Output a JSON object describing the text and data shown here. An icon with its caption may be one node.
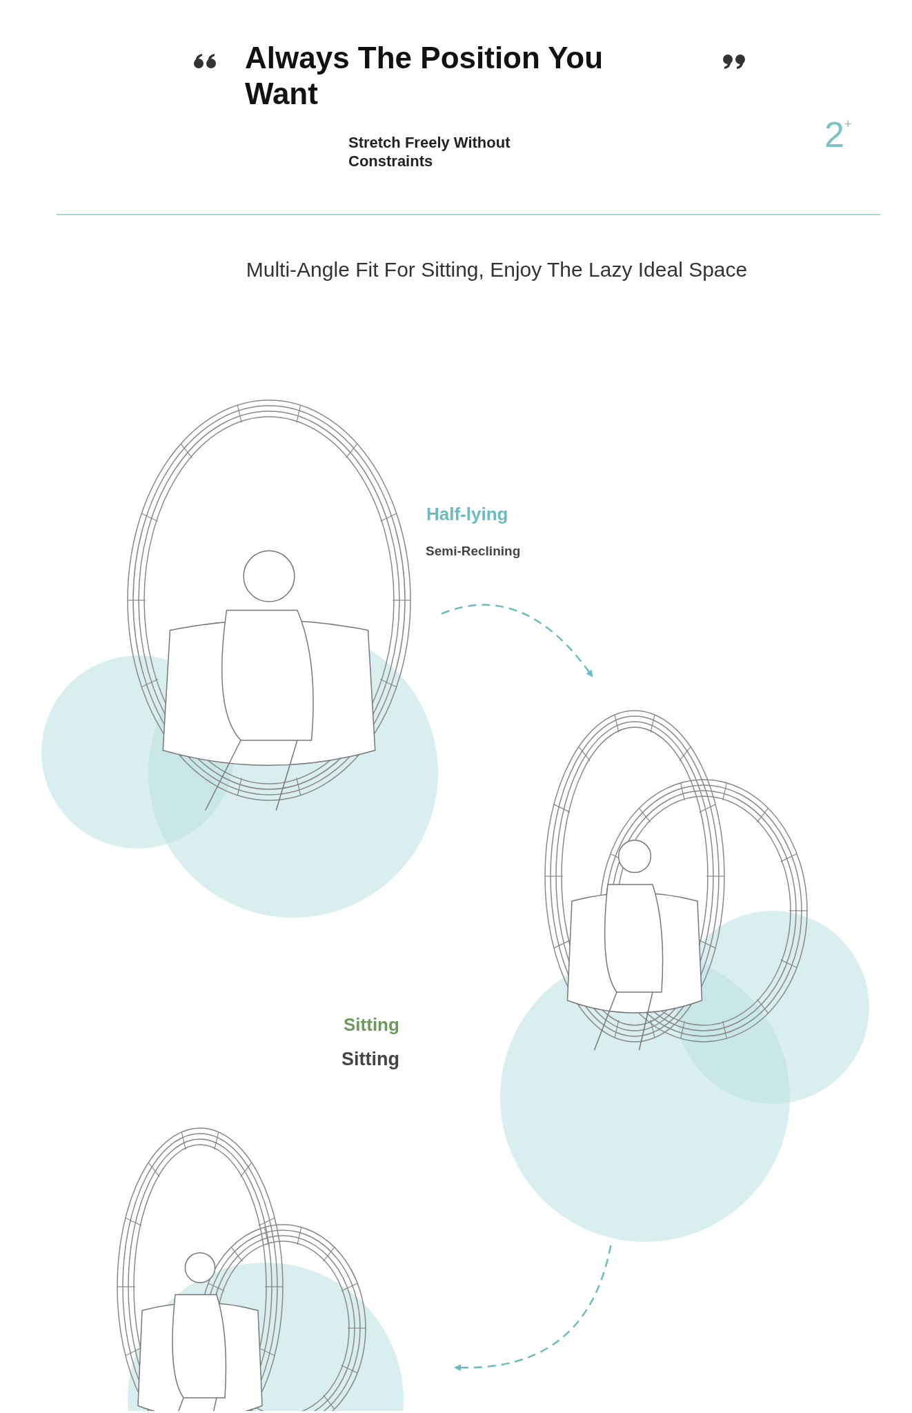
{
  "diagram": {
    "title": "Always The Position You Want",
    "nodes": [
      {
        "text": [],
        "shape": "picture",
        "beside": [
          "Half-lying",
          "Semi-Reclining"
        ]
      },
      {
        "text": [],
        "shape": "picture",
        "beside": [
          "Sitting",
          "Sitting"
        ]
      },
      {
        "text": [],
        "shape": "picture"
      }
    ],
    "edges": [
      {
        "from": 0,
        "to": 1,
        "arrow": "to",
        "style": "dashed",
        "color": "#6bbcc0"
      },
      {
        "from": 1,
        "to": 2,
        "arrow": "to",
        "style": "dashed",
        "color": "#6bbcc0"
      }
    ],
    "labels": [
      "Stretch Freely Without Constraints",
      "2$^{+}$",
      "Multi-Angle Fit For Sitting, Enjoy The Lazy Ideal Space"
    ]
  }
}
